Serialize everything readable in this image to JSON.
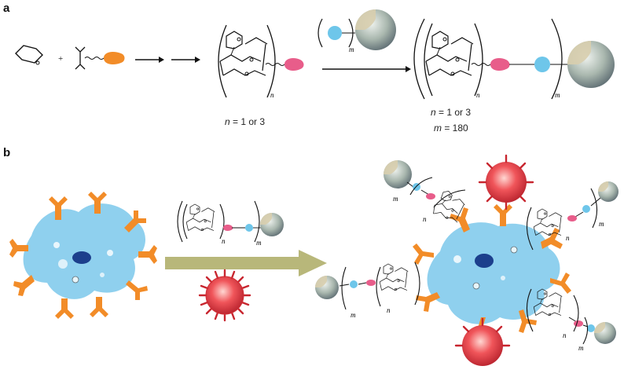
{
  "panel_a": {
    "label": "a",
    "plus": "+",
    "n_sub": "n",
    "m_sub": "m",
    "eq_n_var": "n",
    "eq_n_rest": " = 1 or 3",
    "eq_m_var": "m",
    "eq_m_rest": " = 180"
  },
  "panel_b": {
    "label": "b",
    "n_sub": "n",
    "m_sub": "m"
  },
  "colors": {
    "orange": "#f28c28",
    "pink": "#e85d8a",
    "light_blue": "#6ec6ea",
    "cell": "#8fd0ee",
    "nucleus": "#1c3f8c",
    "virus": "#e8383f",
    "arrow_olive": "#b8b77a",
    "particle": "#a9b7ae"
  }
}
